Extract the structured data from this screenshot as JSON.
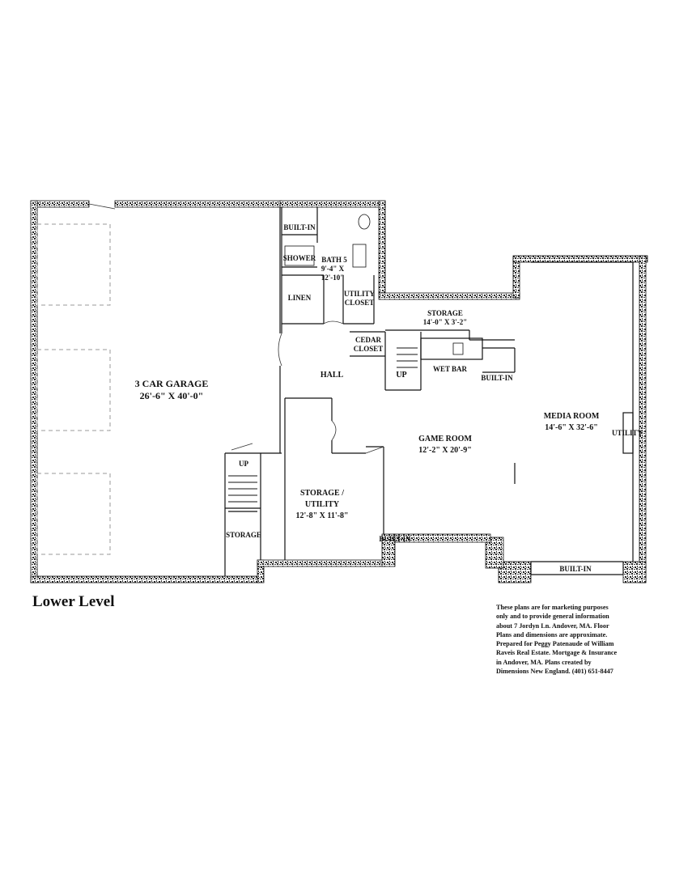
{
  "level_title": "Lower Level",
  "rooms": {
    "garage": {
      "name": "3 CAR GARAGE",
      "dims": "26'-6\" X 40'-0\""
    },
    "built_in_top": "BUILT-IN",
    "shower": "SHOWER",
    "bath5": {
      "name": "BATH 5",
      "dims1": "9'-4\" X",
      "dims2": "12'-10\""
    },
    "linen": "LINEN",
    "utility_closet": {
      "line1": "UTILITY",
      "line2": "CLOSET"
    },
    "storage_top": {
      "name": "STORAGE",
      "dims": "14'-0\" X 3'-2\""
    },
    "cedar_closet": {
      "line1": "CEDAR",
      "line2": "CLOSET"
    },
    "hall": "HALL",
    "up_main": "UP",
    "wet_bar": "WET BAR",
    "built_in_bar": "BUILT-IN",
    "media_room": {
      "name": "MEDIA ROOM",
      "dims": "14'-6\" X 32'-6\""
    },
    "utility_media": "UTILITY",
    "game_room": {
      "name": "GAME ROOM",
      "dims": "12'-2\" X 20'-9\""
    },
    "up_garage": "UP",
    "storage_garage": "STORAGE",
    "storage_utility": {
      "line1": "STORAGE /",
      "line2": "UTILITY",
      "dims": "12'-8\" X 11'-8\""
    },
    "built_in_bottom": "BUILT-IN",
    "built_in_media": "BUILT-IN"
  },
  "disclaimer_lines": [
    "These plans are for marketing purposes",
    "only and to provide general information",
    "about 7 Jordyn Ln. Andover, MA.  Floor",
    "Plans and dimensions are approximate.",
    "Prepared for Peggy Patenaude of William",
    "Raveis Real Estate. Mortgage & Insurance",
    "in Andover, MA.  Plans created by",
    "Dimensions New England.  (401) 651-8447"
  ]
}
